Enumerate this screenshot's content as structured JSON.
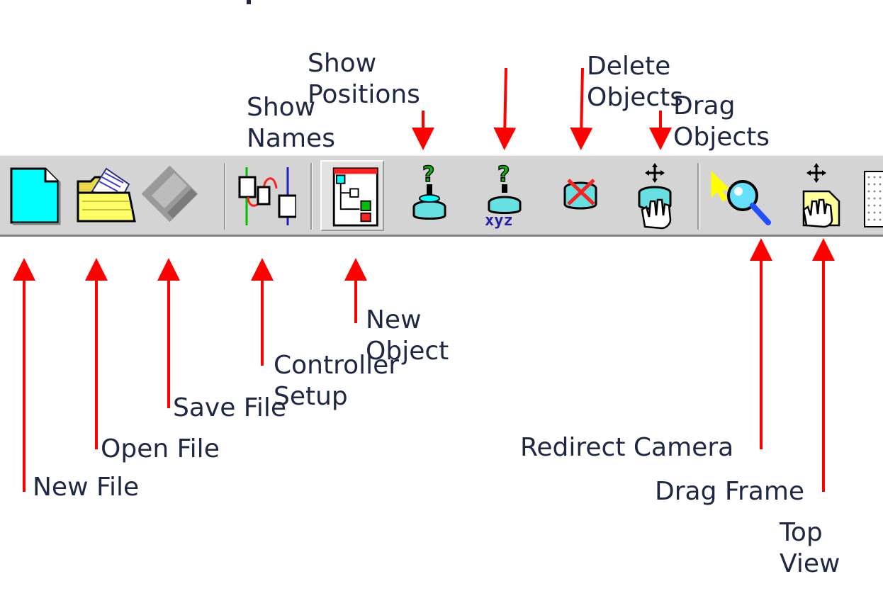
{
  "annotations": {
    "new_file": "New File",
    "open_file": "Open File",
    "save_file": "Save File",
    "controller_setup": "Controller\nSetup",
    "new_object": "New\nObject",
    "show_names": "Show\nNames",
    "show_positions": "Show\nPositions",
    "delete_objects": "Delete\nObjects",
    "drag_objects": "Drag\nObjects",
    "redirect_camera": "Redirect Camera",
    "drag_frame": "Drag Frame",
    "top_view": "Top\nView"
  },
  "toolbar": {
    "xyz_label": "xyz"
  },
  "colors": {
    "arrow": "#ff0000",
    "label_text": "#1e2842",
    "toolbar_bg": "#d4d4d4"
  },
  "icons": [
    "new-file-icon",
    "open-folder-icon",
    "floppy-disk-icon",
    "controller-setup-icon",
    "tree-object-icon",
    "show-names-icon",
    "show-positions-icon",
    "delete-objects-icon",
    "drag-objects-icon",
    "redirect-camera-icon",
    "drag-frame-icon",
    "top-view-icon"
  ]
}
